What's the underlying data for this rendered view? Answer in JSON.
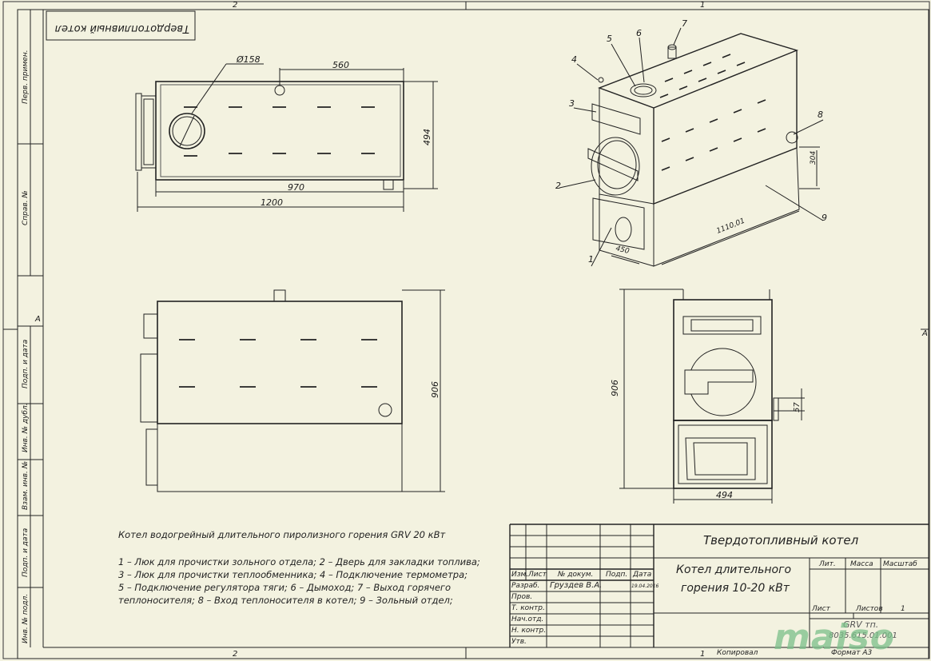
{
  "stamp_title": "Твердотопливный котел",
  "zones": {
    "top_left": "2",
    "top_right": "1",
    "bottom_left": "2",
    "bottom_right": "1",
    "side_left": "A",
    "side_right": "A"
  },
  "left_column": [
    "Перв. примен.",
    "Справ. №",
    "Подп. и дата",
    "Инв. № дубл.",
    "Взам. инв. №",
    "Подп. и дата",
    "Инв. № подл."
  ],
  "top_view": {
    "diameter": "Ø158",
    "dim_560": "560",
    "dim_494": "494",
    "dim_970": "970",
    "dim_1200": "1200"
  },
  "front_view": {
    "dim_906": "906"
  },
  "side_view": {
    "dim_906": "906",
    "dim_57": "57",
    "dim_494": "494"
  },
  "iso_view": {
    "callouts": [
      "1",
      "2",
      "3",
      "4",
      "5",
      "6",
      "7",
      "8",
      "9"
    ],
    "dim_450": "450",
    "dim_1110": "1110,01",
    "dim_304": "304"
  },
  "notes": {
    "title": "Котел водогрейный длительного пиролизного горения GRV 20 кВт",
    "lines": [
      "1 – Люк для прочистки зольного отдела; 2 – Дверь для закладки топлива;",
      "3 – Люк для прочистки теплообменника; 4 – Подключение термометра;",
      "5 – Подключение регулятора тяги; 6 – Дымоход; 7 – Выход горячего",
      "теплоносителя; 8 – Вход теплоносителя в котел; 9 – Зольный отдел;"
    ]
  },
  "title_block": {
    "main_title": "Твердотопливный котел",
    "name_line1": "Котел длительного",
    "name_line2": "горения 10-20 кВт",
    "headers": [
      "Изм.",
      "Лист",
      "№ докум.",
      "Подп.",
      "Дата"
    ],
    "rows": [
      "Разраб.",
      "Пров.",
      "Т. контр.",
      "Нач.отд.",
      "Н. контр.",
      "Утв."
    ],
    "developer": "Груздев В.А.",
    "date": "19.04.2016",
    "lit": "Лит.",
    "mass": "Масса",
    "scale": "Масштаб",
    "sheet": "Лист",
    "sheets": "Листов",
    "sheets_count": "1",
    "code_line1": "GRV тп.",
    "code_line2": "8035.615.01.001",
    "copied": "Копировал",
    "format": "Формат А3"
  },
  "watermark": "maiso"
}
